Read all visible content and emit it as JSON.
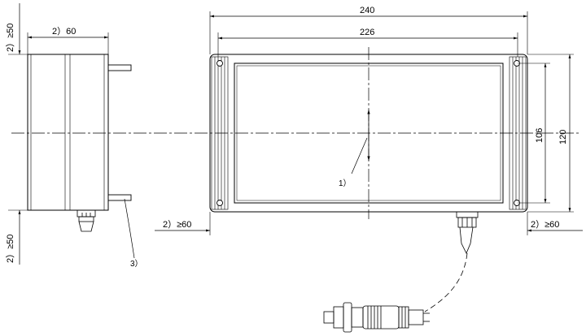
{
  "drawing": {
    "side_view": {
      "width_label": "2）60",
      "clearance_top": "2）≥50",
      "clearance_bottom": "2）≥50",
      "callout": "3）"
    },
    "front_view": {
      "overall_width": "240",
      "inner_width": "226",
      "inner_height": "106",
      "overall_height": "120",
      "callout": "1）",
      "clearance_left": "2）≥60",
      "clearance_right": "2）≥60"
    }
  }
}
